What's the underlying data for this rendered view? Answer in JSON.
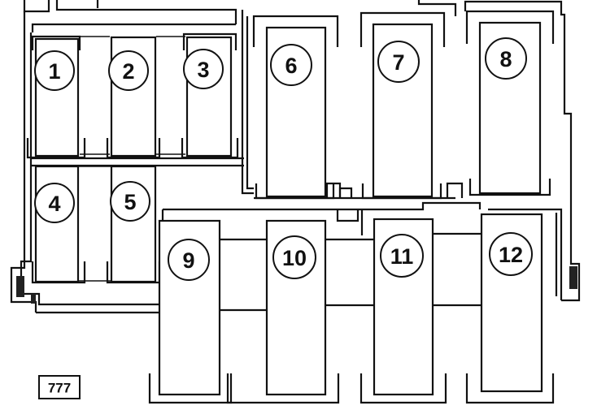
{
  "diagram": {
    "reference_code": "777",
    "slots": [
      {
        "label": "1"
      },
      {
        "label": "2"
      },
      {
        "label": "3"
      },
      {
        "label": "4"
      },
      {
        "label": "5"
      },
      {
        "label": "6"
      },
      {
        "label": "7"
      },
      {
        "label": "8"
      },
      {
        "label": "9"
      },
      {
        "label": "10"
      },
      {
        "label": "11"
      },
      {
        "label": "12"
      }
    ]
  }
}
